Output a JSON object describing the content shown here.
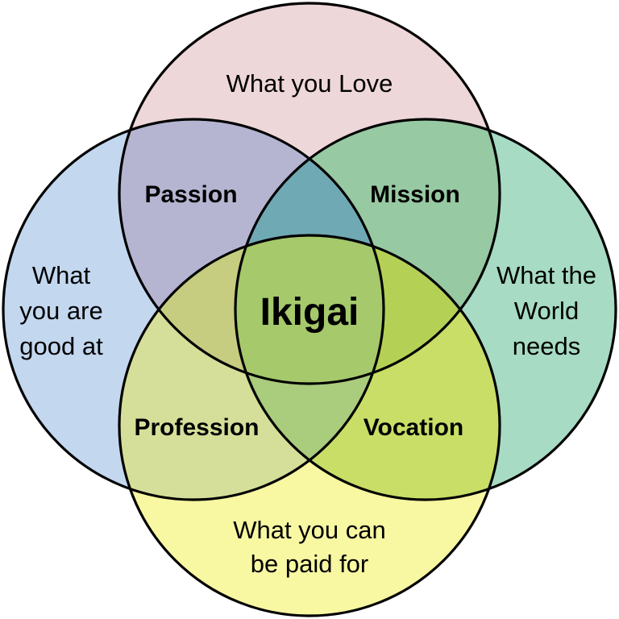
{
  "diagram": {
    "center_label": "Ikigai",
    "circles": {
      "love": {
        "lines": [
          "What you Love"
        ]
      },
      "good_at": {
        "lines": [
          "What",
          "you are",
          "good at"
        ]
      },
      "world_needs": {
        "lines": [
          "What the",
          "World",
          "needs"
        ]
      },
      "paid_for": {
        "lines": [
          "What you can",
          "be paid for"
        ]
      }
    },
    "overlaps": {
      "passion": "Passion",
      "mission": "Mission",
      "profession": "Profession",
      "vocation": "Vocation"
    },
    "colors": {
      "love": "#eed7d9",
      "good_at": "#c3d7ef",
      "world_needs": "#a7dbc3",
      "paid_for": "#f8f7a2",
      "passion": "#b5b5d2",
      "mission": "#97c9a3",
      "profession": "#d5df99",
      "vocation": "#c9de67",
      "love_goodat_needs": "#6fa9b4",
      "love_goodat_paid": "#c6cc80",
      "love_needs_paid": "#b4d156",
      "goodat_needs_paid": "#a9cc7d",
      "ikigai_center": "#a5c96b",
      "outline": "#000000",
      "background": "#ffffff"
    }
  }
}
